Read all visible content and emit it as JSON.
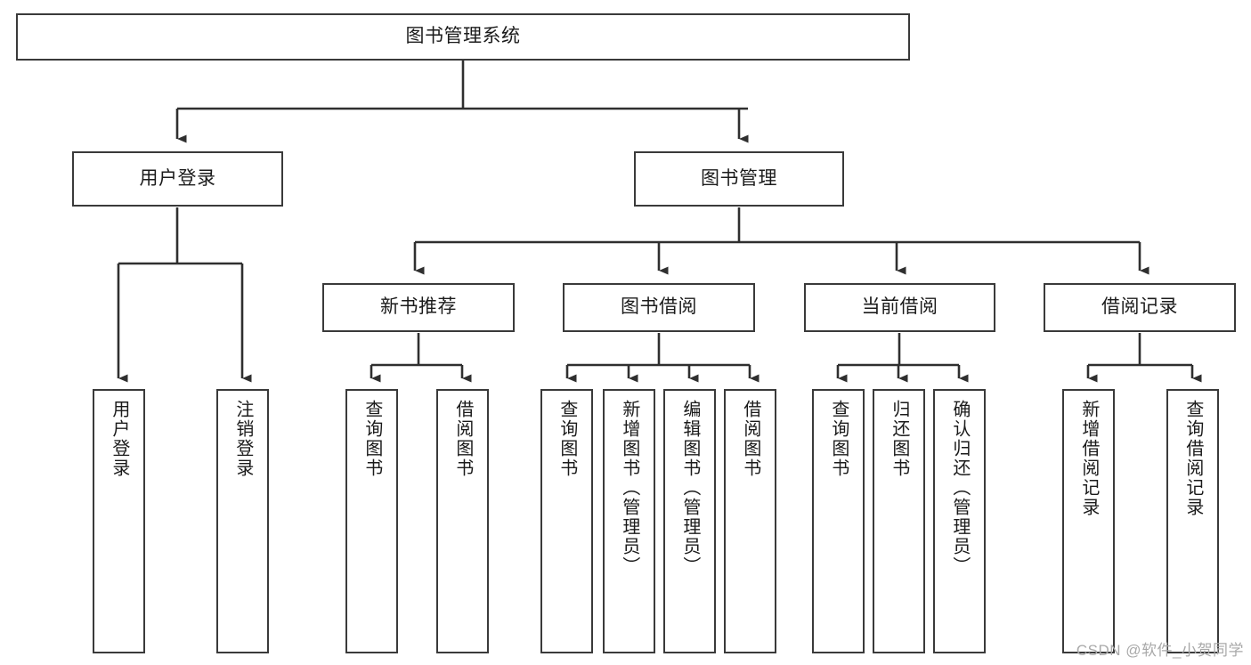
{
  "diagram": {
    "title": "图书管理系统",
    "type": "tree-hierarchy-diagram",
    "watermark": "CSDN @软件_小贺同学",
    "colors": {
      "background": "#ffffff",
      "box_border": "#3a3a3a",
      "box_fill": "#ffffff",
      "connector": "#2f2f2f",
      "text": "#1b1b1b",
      "watermark": "#a9a9a9"
    },
    "root": {
      "id": "root",
      "label": "图书管理系统"
    },
    "level2": [
      {
        "id": "user-login",
        "label": "用户登录"
      },
      {
        "id": "book-management",
        "label": "图书管理"
      }
    ],
    "level3": [
      {
        "id": "new-book-recommend",
        "label": "新书推荐",
        "parent": "book-management"
      },
      {
        "id": "book-borrow",
        "label": "图书借阅",
        "parent": "book-management"
      },
      {
        "id": "current-borrow",
        "label": "当前借阅",
        "parent": "book-management"
      },
      {
        "id": "borrow-record",
        "label": "借阅记录",
        "parent": "book-management"
      }
    ],
    "leaves": [
      {
        "id": "leaf-user-login",
        "label": "用户登录",
        "parent": "user-login"
      },
      {
        "id": "leaf-logout-login",
        "label": "注销登录",
        "parent": "user-login"
      },
      {
        "id": "leaf-query-book-1",
        "label": "查询图书",
        "parent": "new-book-recommend"
      },
      {
        "id": "leaf-borrow-book-1",
        "label": "借阅图书",
        "parent": "new-book-recommend"
      },
      {
        "id": "leaf-query-book-2",
        "label": "查询图书",
        "parent": "book-borrow"
      },
      {
        "id": "leaf-add-book",
        "label": "新增图书（管理员）",
        "parent": "book-borrow"
      },
      {
        "id": "leaf-edit-book",
        "label": "编辑图书（管理员）",
        "parent": "book-borrow"
      },
      {
        "id": "leaf-borrow-book-2",
        "label": "借阅图书",
        "parent": "book-borrow"
      },
      {
        "id": "leaf-query-book-3",
        "label": "查询图书",
        "parent": "current-borrow"
      },
      {
        "id": "leaf-return-book",
        "label": "归还图书",
        "parent": "current-borrow"
      },
      {
        "id": "leaf-confirm-return",
        "label": "确认归还（管理员）",
        "parent": "current-borrow"
      },
      {
        "id": "leaf-add-record",
        "label": "新增借阅记录",
        "parent": "borrow-record"
      },
      {
        "id": "leaf-query-record",
        "label": "查询借阅记录",
        "parent": "borrow-record"
      }
    ]
  }
}
